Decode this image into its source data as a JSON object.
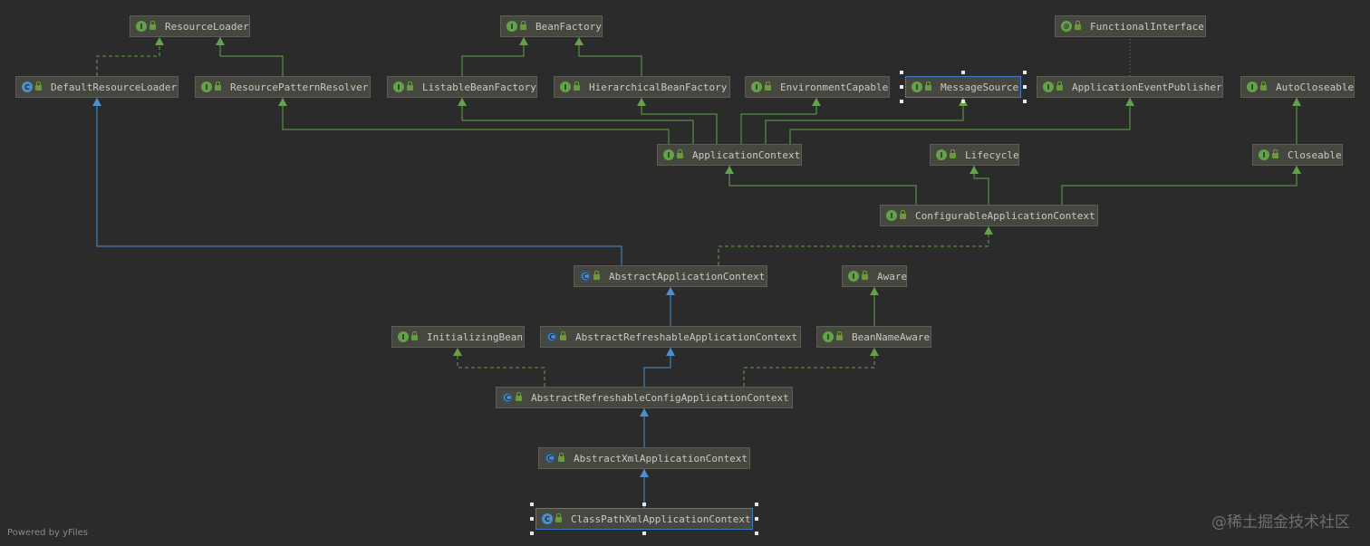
{
  "diagram": {
    "nodes": [
      {
        "id": "ResourceLoader",
        "label": "ResourceLoader",
        "kind": "interface",
        "badge": "I"
      },
      {
        "id": "BeanFactory",
        "label": "BeanFactory",
        "kind": "interface",
        "badge": "I"
      },
      {
        "id": "FunctionalInterface",
        "label": "FunctionalInterface",
        "kind": "annotation",
        "badge": "@"
      },
      {
        "id": "DefaultResourceLoader",
        "label": "DefaultResourceLoader",
        "kind": "class",
        "badge": "C"
      },
      {
        "id": "ResourcePatternResolver",
        "label": "ResourcePatternResolver",
        "kind": "interface",
        "badge": "I"
      },
      {
        "id": "ListableBeanFactory",
        "label": "ListableBeanFactory",
        "kind": "interface",
        "badge": "I"
      },
      {
        "id": "HierarchicalBeanFactory",
        "label": "HierarchicalBeanFactory",
        "kind": "interface",
        "badge": "I"
      },
      {
        "id": "EnvironmentCapable",
        "label": "EnvironmentCapable",
        "kind": "interface",
        "badge": "I"
      },
      {
        "id": "MessageSource",
        "label": "MessageSource",
        "kind": "interface",
        "badge": "I",
        "selected": true
      },
      {
        "id": "ApplicationEventPublisher",
        "label": "ApplicationEventPublisher",
        "kind": "interface",
        "badge": "I"
      },
      {
        "id": "AutoCloseable",
        "label": "AutoCloseable",
        "kind": "interface",
        "badge": "I"
      },
      {
        "id": "ApplicationContext",
        "label": "ApplicationContext",
        "kind": "interface",
        "badge": "I"
      },
      {
        "id": "Lifecycle",
        "label": "Lifecycle",
        "kind": "interface",
        "badge": "I"
      },
      {
        "id": "Closeable",
        "label": "Closeable",
        "kind": "interface",
        "badge": "I"
      },
      {
        "id": "ConfigurableApplicationContext",
        "label": "ConfigurableApplicationContext",
        "kind": "interface",
        "badge": "I"
      },
      {
        "id": "AbstractApplicationContext",
        "label": "AbstractApplicationContext",
        "kind": "abstract",
        "badge": "C"
      },
      {
        "id": "Aware",
        "label": "Aware",
        "kind": "interface",
        "badge": "I"
      },
      {
        "id": "InitializingBean",
        "label": "InitializingBean",
        "kind": "interface",
        "badge": "I"
      },
      {
        "id": "AbstractRefreshableApplicationContext",
        "label": "AbstractRefreshableApplicationContext",
        "kind": "abstract",
        "badge": "C"
      },
      {
        "id": "BeanNameAware",
        "label": "BeanNameAware",
        "kind": "interface",
        "badge": "I"
      },
      {
        "id": "AbstractRefreshableConfigApplicationContext",
        "label": "AbstractRefreshableConfigApplicationContext",
        "kind": "abstract",
        "badge": "C"
      },
      {
        "id": "AbstractXmlApplicationContext",
        "label": "AbstractXmlApplicationContext",
        "kind": "abstract",
        "badge": "C"
      },
      {
        "id": "ClassPathXmlApplicationContext",
        "label": "ClassPathXmlApplicationContext",
        "kind": "class",
        "badge": "C",
        "selected": true
      }
    ],
    "edges": [
      {
        "from": "DefaultResourceLoader",
        "to": "ResourceLoader",
        "type": "implements"
      },
      {
        "from": "ResourcePatternResolver",
        "to": "ResourceLoader",
        "type": "extends-interface"
      },
      {
        "from": "ListableBeanFactory",
        "to": "BeanFactory",
        "type": "extends-interface"
      },
      {
        "from": "HierarchicalBeanFactory",
        "to": "BeanFactory",
        "type": "extends-interface"
      },
      {
        "from": "ApplicationEventPublisher",
        "to": "FunctionalInterface",
        "type": "annotated"
      },
      {
        "from": "ApplicationContext",
        "to": "ResourcePatternResolver",
        "type": "extends-interface"
      },
      {
        "from": "ApplicationContext",
        "to": "ListableBeanFactory",
        "type": "extends-interface"
      },
      {
        "from": "ApplicationContext",
        "to": "HierarchicalBeanFactory",
        "type": "extends-interface"
      },
      {
        "from": "ApplicationContext",
        "to": "EnvironmentCapable",
        "type": "extends-interface"
      },
      {
        "from": "ApplicationContext",
        "to": "MessageSource",
        "type": "extends-interface"
      },
      {
        "from": "ApplicationContext",
        "to": "ApplicationEventPublisher",
        "type": "extends-interface"
      },
      {
        "from": "Closeable",
        "to": "AutoCloseable",
        "type": "extends-interface"
      },
      {
        "from": "ConfigurableApplicationContext",
        "to": "ApplicationContext",
        "type": "extends-interface"
      },
      {
        "from": "ConfigurableApplicationContext",
        "to": "Lifecycle",
        "type": "extends-interface"
      },
      {
        "from": "ConfigurableApplicationContext",
        "to": "Closeable",
        "type": "extends-interface"
      },
      {
        "from": "AbstractApplicationContext",
        "to": "DefaultResourceLoader",
        "type": "extends-class"
      },
      {
        "from": "AbstractApplicationContext",
        "to": "ConfigurableApplicationContext",
        "type": "implements"
      },
      {
        "from": "AbstractRefreshableApplicationContext",
        "to": "AbstractApplicationContext",
        "type": "extends-class"
      },
      {
        "from": "BeanNameAware",
        "to": "Aware",
        "type": "extends-interface"
      },
      {
        "from": "AbstractRefreshableConfigApplicationContext",
        "to": "InitializingBean",
        "type": "implements"
      },
      {
        "from": "AbstractRefreshableConfigApplicationContext",
        "to": "AbstractRefreshableApplicationContext",
        "type": "extends-class"
      },
      {
        "from": "AbstractRefreshableConfigApplicationContext",
        "to": "BeanNameAware",
        "type": "implements"
      },
      {
        "from": "AbstractXmlApplicationContext",
        "to": "AbstractRefreshableConfigApplicationContext",
        "type": "extends-class"
      },
      {
        "from": "ClassPathXmlApplicationContext",
        "to": "AbstractXmlApplicationContext",
        "type": "extends-class"
      }
    ],
    "colors": {
      "background": "#2b2b2b",
      "node_fill": "#46473f",
      "interface_edge": "#62a34a",
      "class_edge": "#4b8fd1",
      "annotation_edge": "#6e8f3a",
      "selection_border": "#3d7bc8"
    },
    "icons": {
      "interface": "interface-icon",
      "class": "class-icon",
      "abstract": "abstract-class-icon",
      "annotation": "annotation-icon",
      "visibility": "lock-icon"
    }
  },
  "footer": {
    "powered_by": "Powered by yFiles",
    "watermark": "@稀土掘金技术社区"
  }
}
